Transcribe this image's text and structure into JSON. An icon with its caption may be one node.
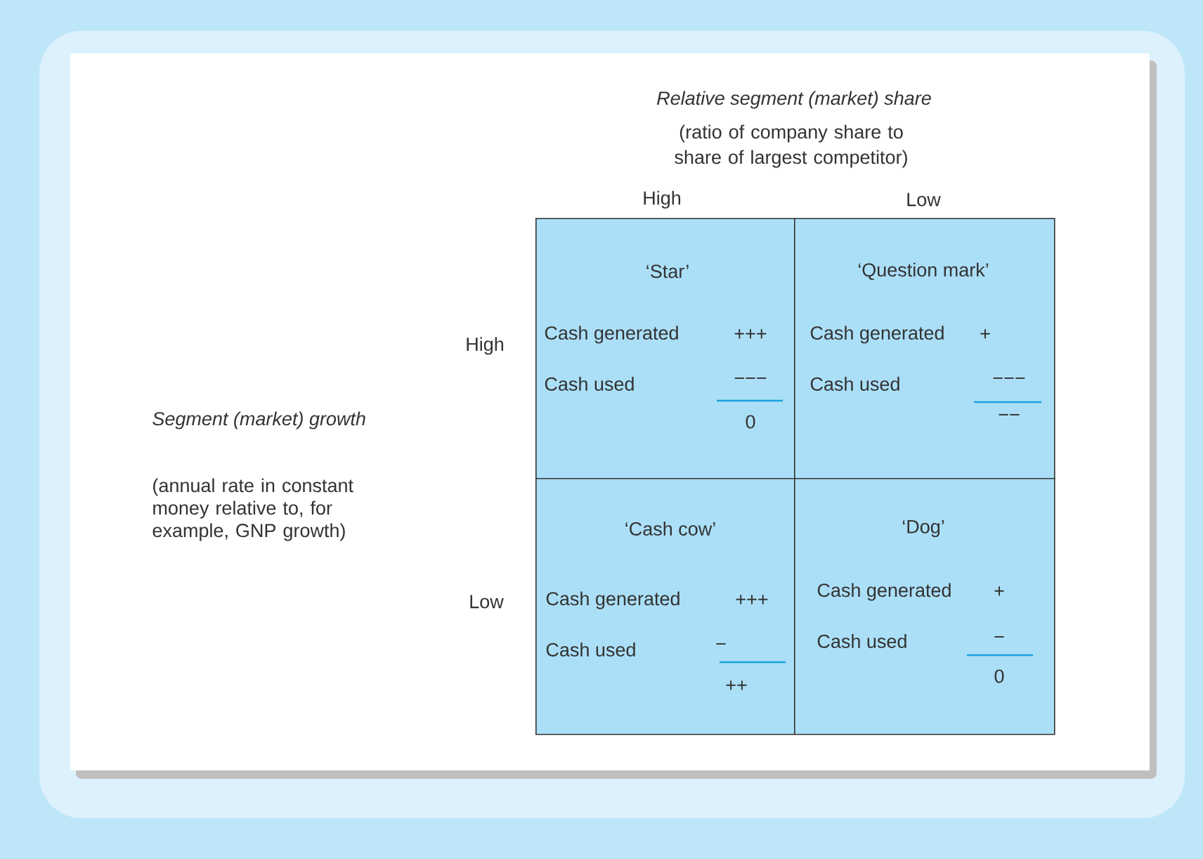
{
  "diagram": {
    "nodes": [
      {
        "text": [
          "‘Star’",
          "Cash generated",
          "+++",
          "Cash used",
          "−−−",
          "0"
        ]
      },
      {
        "text": [
          "‘Question mark’",
          "Cash generated",
          "+",
          "Cash used",
          "−−−",
          "−−"
        ]
      },
      {
        "text": [
          "‘Cash cow’",
          "Cash generated",
          "+++",
          "Cash used",
          "−",
          "++"
        ]
      },
      {
        "text": [
          "‘Dog’",
          "Cash generated",
          "+",
          "Cash used",
          "−",
          "0"
        ]
      }
    ],
    "labels": [
      "Relative segment (market) share",
      "(ratio of company share to share of largest competitor)",
      "High",
      "Low",
      "High",
      "Low",
      "Segment (market) growth",
      "(annual rate in constant money relative to, for example, GNP growth)"
    ]
  }
}
